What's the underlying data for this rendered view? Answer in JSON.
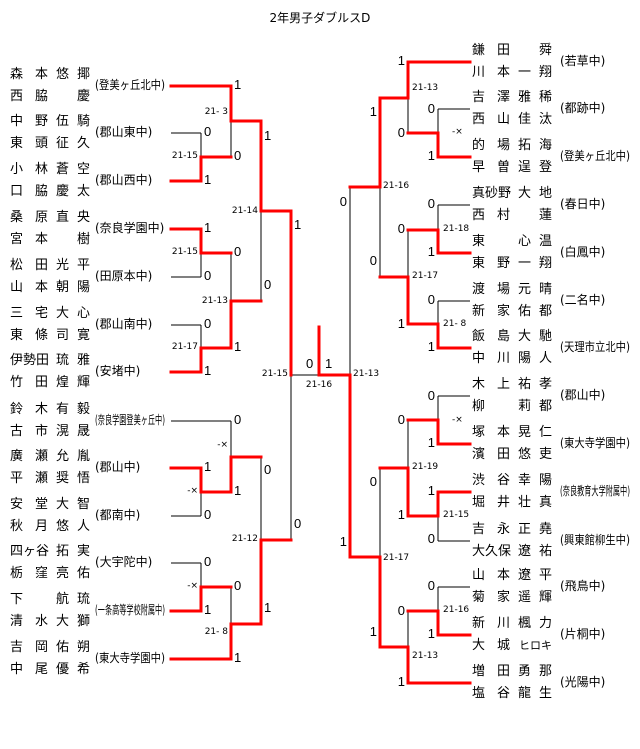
{
  "title": "2年男子ダブルスD",
  "colors": {
    "winner_line": "#ff0000",
    "line": "#000000"
  },
  "left_teams": [
    {
      "p1": [
        "森本",
        "悠揶"
      ],
      "p2": [
        "西脇",
        "慶"
      ],
      "school": "(登美ヶ丘北中)"
    },
    {
      "p1": [
        "中野",
        "伍騎"
      ],
      "p2": [
        "東頭",
        "征久"
      ],
      "school": "(郡山東中)"
    },
    {
      "p1": [
        "小林",
        "蒼空"
      ],
      "p2": [
        "口脇",
        "慶太"
      ],
      "school": "(郡山西中)"
    },
    {
      "p1": [
        "桑原",
        "直央"
      ],
      "p2": [
        "宮本",
        "樹"
      ],
      "school": "(奈良学園中)"
    },
    {
      "p1": [
        "松田",
        "光平"
      ],
      "p2": [
        "山本",
        "朝陽"
      ],
      "school": "(田原本中)"
    },
    {
      "p1": [
        "三宅",
        "大心"
      ],
      "p2": [
        "東條",
        "司寛"
      ],
      "school": "(郡山南中)"
    },
    {
      "p1": [
        "伊勢田",
        "琉雅"
      ],
      "p2": [
        "竹田",
        "煌輝"
      ],
      "school": "(安堵中)"
    },
    {
      "p1": [
        "鈴木",
        "有毅"
      ],
      "p2": [
        "古市",
        "滉晟"
      ],
      "school": "(奈良学園登美ヶ丘中)"
    },
    {
      "p1": [
        "廣瀬",
        "允胤"
      ],
      "p2": [
        "平瀬",
        "奨悟"
      ],
      "school": "(郡山中)"
    },
    {
      "p1": [
        "安堂",
        "大智"
      ],
      "p2": [
        "秋月",
        "悠人"
      ],
      "school": "(都南中)"
    },
    {
      "p1": [
        "四ヶ谷",
        "拓実"
      ],
      "p2": [
        "栃窪",
        "亮佑"
      ],
      "school": "(大宇陀中)"
    },
    {
      "p1": [
        "下",
        "航琉"
      ],
      "p2": [
        "清水",
        "大獅"
      ],
      "school": "(一条高等学校附属中)"
    },
    {
      "p1": [
        "吉岡",
        "佑朔"
      ],
      "p2": [
        "中尾",
        "優希"
      ],
      "school": "(東大寺学園中)"
    }
  ],
  "right_teams": [
    {
      "p1": [
        "鎌田",
        "舜"
      ],
      "p2": [
        "川本",
        "一翔"
      ],
      "school": "(若草中)"
    },
    {
      "p1": [
        "吉澤",
        "雅稀"
      ],
      "p2": [
        "西山",
        "佳汰"
      ],
      "school": "(都跡中)"
    },
    {
      "p1": [
        "的場",
        "拓海"
      ],
      "p2": [
        "早曽",
        "逞登"
      ],
      "school": "(登美ヶ丘北中)"
    },
    {
      "p1": [
        "真砂野",
        "大地"
      ],
      "p2": [
        "西村",
        "蓮"
      ],
      "school": "(春日中)"
    },
    {
      "p1": [
        "東",
        "心温"
      ],
      "p2": [
        "東野",
        "一翔"
      ],
      "school": "(白鳳中)"
    },
    {
      "p1": [
        "渡場",
        "元晴"
      ],
      "p2": [
        "新家",
        "佑都"
      ],
      "school": "(二名中)"
    },
    {
      "p1": [
        "飯島",
        "大馳"
      ],
      "p2": [
        "中川",
        "陽人"
      ],
      "school": "(天理市立北中)"
    },
    {
      "p1": [
        "木上",
        "祐孝"
      ],
      "p2": [
        "柳",
        "莉都"
      ],
      "school": "(郡山中)"
    },
    {
      "p1": [
        "塚本",
        "晃仁"
      ],
      "p2": [
        "濱田",
        "悠吏"
      ],
      "school": "(東大寺学園中)"
    },
    {
      "p1": [
        "渋谷",
        "幸陽"
      ],
      "p2": [
        "堀井",
        "壮真"
      ],
      "school": "(奈良教育大学附属中)"
    },
    {
      "p1": [
        "吉永",
        "正堯"
      ],
      "p2": [
        "大久保",
        "遼祐"
      ],
      "school": "(興東館柳生中)"
    },
    {
      "p1": [
        "山本",
        "遼平"
      ],
      "p2": [
        "菊家",
        "遥輝"
      ],
      "school": "(飛鳥中)"
    },
    {
      "p1": [
        "新川",
        "楓力"
      ],
      "p2": [
        "大城",
        "ヒロキ"
      ],
      "school": "(片桐中)"
    },
    {
      "p1": [
        "増田",
        "勇那"
      ],
      "p2": [
        "塩谷",
        "龍生"
      ],
      "school": "(光陽中)"
    }
  ],
  "left": {
    "r1_points": [
      "0",
      "1",
      "1",
      "0",
      "0",
      "1",
      "1",
      "0",
      "0",
      "1"
    ],
    "r1_scores": [
      "21-15",
      "21-15",
      "21-17",
      "-×",
      "-×"
    ],
    "r2_points": [
      "1",
      "0",
      "0",
      "1",
      "0",
      "1",
      "0",
      "1"
    ],
    "r2_scores": [
      "21- 3",
      "21-13",
      "-×",
      "21- 8"
    ],
    "r3_points": [
      "1",
      "0",
      "0",
      "1"
    ],
    "r3_scores": [
      "21-14",
      "21-12"
    ],
    "r4_points": [
      "1",
      "0"
    ],
    "semi_score": "21-15"
  },
  "final": {
    "left_point": "0",
    "right_point": "1",
    "score": "21-16"
  },
  "right": {
    "semi_score": "21-13",
    "r4_points": [
      "0",
      "1"
    ],
    "r3_points": [
      "1",
      "0",
      "0",
      "1"
    ],
    "r3_scores": [
      "21-16",
      "21-17"
    ],
    "r2_points": [
      "1",
      "0",
      "0",
      "1",
      "0",
      "1",
      "0",
      "1"
    ],
    "r2_scores": [
      "21-13",
      "21-17",
      "21-19",
      "21-13"
    ],
    "r1_points": [
      "0",
      "1",
      "0",
      "1",
      "0",
      "1",
      "0",
      "1",
      "1",
      "0",
      "0",
      "1"
    ],
    "r1_scores": [
      "-×",
      "21-18",
      "21- 8",
      "-×",
      "21-15",
      "21-16"
    ]
  }
}
